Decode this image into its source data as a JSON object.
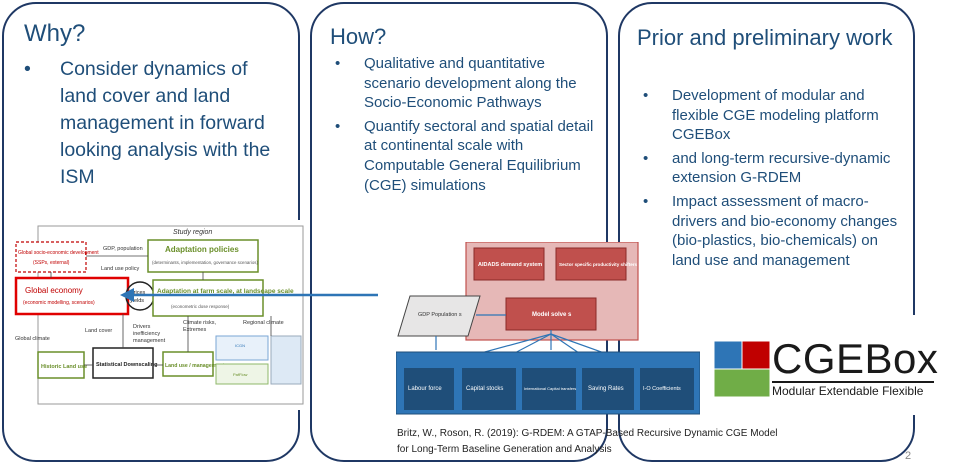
{
  "why": {
    "title": "Why?",
    "bullets": [
      "Consider dynamics  of land cover and land management in forward looking analysis with the ISM"
    ]
  },
  "how": {
    "title": "How?",
    "bullets": [
      "Qualitative and quantitative scenario development along the Socio-Economic Pathways",
      "Quantify sectoral and spatial detail at continental scale with Computable General Equilibrium (CGE) simulations"
    ]
  },
  "prior": {
    "title": "Prior and preliminary work",
    "bullets": [
      "Development of modular and flexible CGE modeling platform CGEBox",
      "and long-term recursive-dynamic extension G-RDEM",
      "Impact assessment of macro-drivers and bio-economy changes (bio-plastics, bio-chemicals) on land use and  management"
    ]
  },
  "study_diagram": {
    "region_label": "Study region",
    "global_socio": "Global socio-economic development",
    "global_socio_sub": "(SSPs, external)",
    "gdp_population": "GDP, population",
    "adaptation_policies": "Adaptation policies",
    "adaptation_policies_sub": "(determinants, implementation, governance scenarios)",
    "land_use_policy": "Land use policy",
    "global_economy": "Global economy",
    "global_economy_sub": "(economic modelling, scenarios)",
    "prices": "Prices",
    "yields": "yields",
    "adaptation_farm": "Adaptation at farm scale, at landscape scale",
    "adaptation_farm_sub": "(econometric dose response)",
    "drivers": "Drivers",
    "inefficiency": "inefficiency",
    "management": "management",
    "climate_risks": "Climate risks,",
    "extremes": "Extremes",
    "regional_climate": "Regional climate",
    "global_climate": "Global climate",
    "land_cover": "Land cover",
    "historic_land_use": "Historic Land use",
    "statistical_downscaling": "Statistical Downscaling",
    "land_use_management": "Land use / management",
    "icgn": "ICGN",
    "pafflow": "PafFlow"
  },
  "cge_diagram": {
    "aidads": "AIDADS demand system",
    "sector_shifters": "Sector specific productivity shifters",
    "gdp_population": "GDP Population s",
    "model_solve": "Model solve s",
    "boxes": [
      "Labour force",
      "Capital stocks",
      "International Capital transfers",
      "Saving Rates",
      "I-O Coefficients"
    ]
  },
  "logo": {
    "text": "CGEBox",
    "tagline": "Modular Extendable Flexible",
    "colors": [
      "#2e75b6",
      "#c00000",
      "#70ad47"
    ]
  },
  "citation": {
    "line1": "Britz, W., Roson, R. (2019): G-RDEM: A GTAP-Based Recursive Dynamic CGE Model",
    "line2": "for Long-Term  Baseline Generation and Analysis"
  },
  "page_number": "2"
}
